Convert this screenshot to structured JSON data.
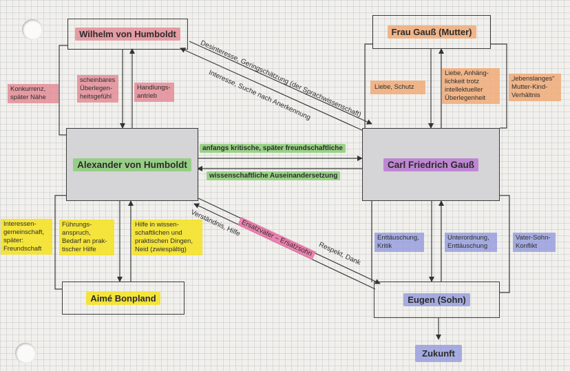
{
  "nodes": {
    "wilhelm": "Wilhelm von Humboldt",
    "mutter": "Frau Gauß (Mutter)",
    "alexander": "Alexander von Humboldt",
    "gauss": "Carl Friedrich Gauß",
    "bonpland": "Aimé Bonpland",
    "eugen": "Eugen (Sohn)",
    "zukunft": "Zukunft"
  },
  "relations": {
    "wilhelm_gauss_top": "Desinteresse, Geringschätzung (der Sprachwissenschaft)",
    "wilhelm_gauss_bottom": "Interesse, Suche nach Anerkennung",
    "alex_gauss_top": "anfangs kritische, später freundschaftliche",
    "alex_gauss_bottom": "wissenschaftliche Auseinandersetzung",
    "alex_eugen_upper": "Verständnis, Hilfe",
    "alex_eugen_mid": "Ersatzvater – Ersatzsohn",
    "alex_eugen_lower": "Respekt, Dank"
  },
  "notes": {
    "konkurrenz": [
      "Konkurrenz,",
      "später Nähe"
    ],
    "scheinbares": [
      "scheinbares",
      "Überlegen-",
      "heitsgefühl"
    ],
    "handlungsantrieb": [
      "Handlungs-",
      "antrieb"
    ],
    "liebe_schutz": [
      "Liebe, Schutz"
    ],
    "liebe_anhaeng": [
      "Liebe, Anhäng-",
      "lichkeit trotz",
      "intellektueller",
      "Überlegenheit"
    ],
    "lebenslanges": [
      "„lebenslanges“",
      "Mutter-Kind-",
      "Verhältnis"
    ],
    "interessen": [
      "Interessen-",
      "gemeinschaft,",
      "später:",
      "Freundschaft"
    ],
    "fuehrung": [
      "Führungs-",
      "anspruch,",
      "Bedarf an prak-",
      "tischer Hilfe"
    ],
    "hilfe": [
      "Hilfe in wissen-",
      "schaftlichen und",
      "praktischen Dingen,",
      "Neid (zwiespältig)"
    ],
    "enttaeuschung": [
      "Enttäuschung,",
      "Kritik"
    ],
    "unterordnung": [
      "Unterordnung,",
      "Enttäuschung"
    ],
    "vater_sohn": [
      "Vater-Sohn-",
      "Konflikt"
    ]
  },
  "colors": {
    "pink": "#e2808c",
    "orange": "#f0aa78",
    "yellow": "#f4e228",
    "green": "#8ccc78",
    "purple": "#ba78d2",
    "blue": "#8c96dc",
    "magenta": "#ec78aa"
  }
}
